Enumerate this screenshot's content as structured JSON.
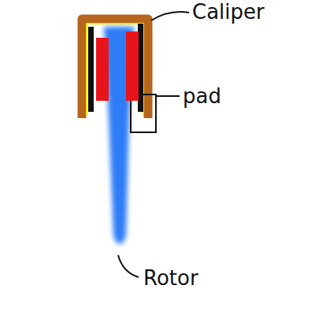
{
  "diagram": {
    "labels": [
      "Caliper",
      "pad",
      "Rotor"
    ]
  }
}
